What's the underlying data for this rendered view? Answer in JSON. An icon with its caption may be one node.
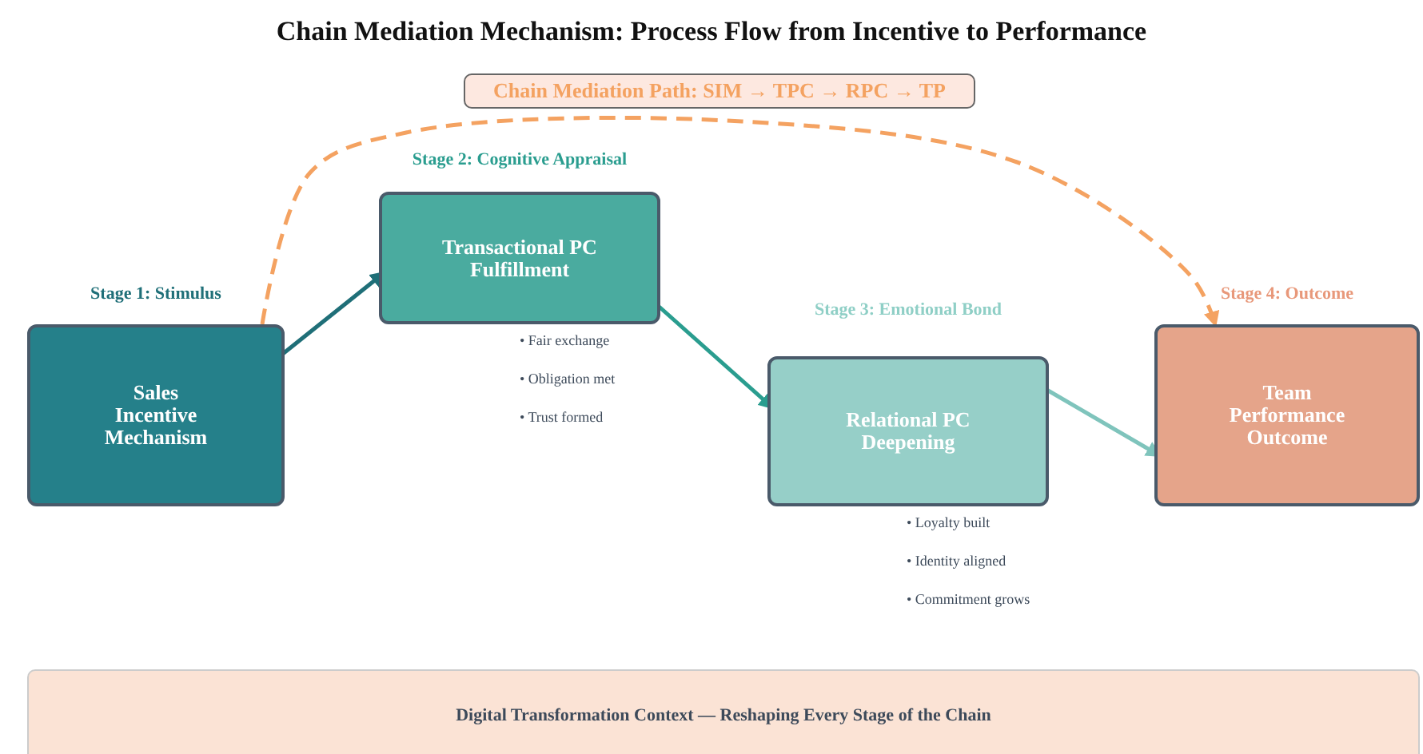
{
  "diagram": {
    "title": "Chain Mediation Mechanism: Process Flow from Incentive to Performance",
    "nodes": [
      {
        "text": [
          "Stage 1: Stimulus",
          "Sales Incentive Mechanism"
        ]
      },
      {
        "text": [
          "Stage 2: Cognitive Appraisal",
          "Transactional PC Fulfillment"
        ],
        "beside": [
          "• Fair exchange",
          "• Obligation met",
          "• Trust formed"
        ]
      },
      {
        "text": [
          "Stage 3: Emotional Bond",
          "Relational PC Deepening"
        ],
        "beside": [
          "• Loyalty built",
          "• Identity aligned",
          "• Commitment grows"
        ]
      },
      {
        "text": [
          "Stage 4: Outcome",
          "Team Performance Outcome"
        ]
      },
      {
        "text": [
          "Chain Mediation Path: SIM → TPC → RPC → TP"
        ]
      },
      {
        "text": [
          "Digital Transformation Context — Reshaping Every Stage of the Chain"
        ]
      }
    ],
    "edges": [
      {
        "from": 0,
        "to": 1,
        "arrow": "to",
        "color": "#1f6f78"
      },
      {
        "from": 1,
        "to": 2,
        "arrow": "to",
        "color": "#2a9d8f"
      },
      {
        "from": 2,
        "to": 3,
        "arrow": "to",
        "color": "#7fc4bc"
      },
      {
        "from": 0,
        "to": 3,
        "arrow": "to",
        "style": "dashed",
        "color": "#f4a261"
      }
    ]
  }
}
